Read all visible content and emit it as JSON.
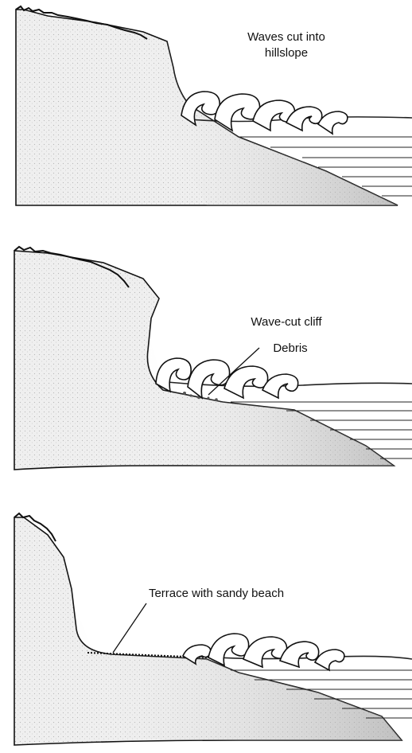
{
  "panels": [
    {
      "labels": [
        "Waves cut into",
        "hillslope"
      ]
    },
    {
      "labels": [
        "Wave-cut cliff",
        "Debris"
      ]
    },
    {
      "labels": [
        "Terrace with sandy beach"
      ]
    }
  ],
  "colors": {
    "ink": "#111111",
    "land_fill": "#ececec",
    "land_shade": "#bdbdbd",
    "water_line": "#222222"
  }
}
